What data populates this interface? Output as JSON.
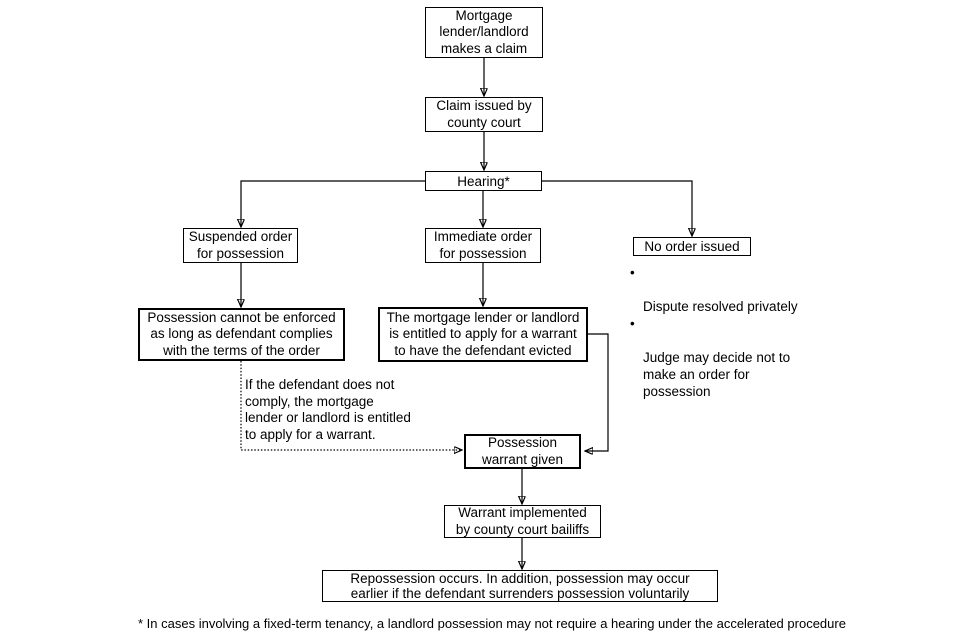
{
  "nodes": {
    "claim": "Mortgage\nlender/landlord\nmakes a claim",
    "issued": "Claim issued by\ncounty court",
    "hearing": "Hearing*",
    "suspended": "Suspended order\nfor possession",
    "immediate": "Immediate order\nfor possession",
    "no_order": "No order issued",
    "enforced": "Possession cannot be enforced\nas long as defendant complies\nwith the terms of the order",
    "entitled": "The mortgage lender or landlord\nis entitled to apply for a warrant\nto have the defendant evicted",
    "warrant_given": "Possession\nwarrant given",
    "implemented": "Warrant implemented\nby county court bailiffs",
    "repossession": "Repossession occurs. In addition, possession may occur\nearlier if the defendant surrenders possession voluntarily"
  },
  "no_order_bullets": {
    "bullet_char": "•",
    "items": [
      "Dispute resolved privately",
      "Judge may decide not to\nmake an order for\npossession"
    ]
  },
  "dotted_note": "If the defendant does not\ncomply, the mortgage\nlender or landlord is entitled\nto apply for a warrant.",
  "footnote": "* In cases involving a fixed-term tenancy, a landlord possession may not require a hearing under the accelerated procedure",
  "colors": {
    "line": "#000000",
    "text": "#000000",
    "background": "#ffffff"
  }
}
